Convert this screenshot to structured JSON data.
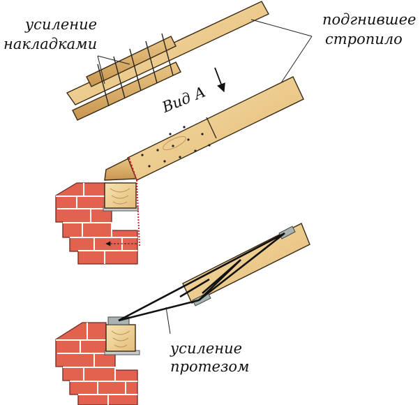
{
  "labels": {
    "lining_line1": "усиление",
    "lining_line2": "накладками",
    "rotten_line1": "подгнившее",
    "rotten_line2": "стропило",
    "view": "Вид А",
    "prosthesis_line1": "усиление",
    "prosthesis_line2": "протезом"
  },
  "colors": {
    "wood": "#f1d49a",
    "wood_dark": "#d6aa64",
    "wood_edge": "#3a2a14",
    "brick": "#e2614f",
    "brick_mortar": "#ffffff",
    "metal": "#a9b3b3",
    "cut_line": "#d7262b",
    "ink": "#111111"
  },
  "icons": {
    "view_arrow": "arrow-down-right-icon",
    "dimension_arrow": "arrow-left-icon"
  }
}
